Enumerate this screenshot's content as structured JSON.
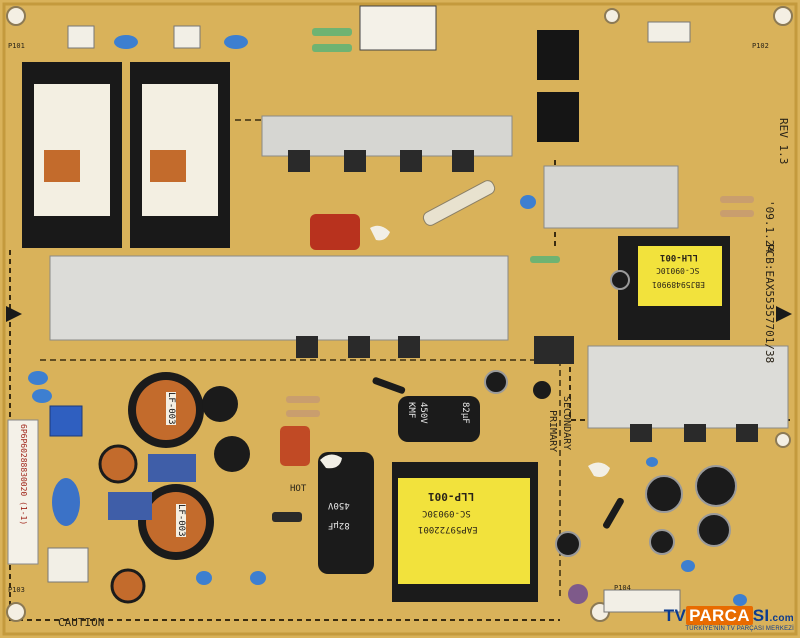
{
  "board_texts": {
    "rev": "REV 1.3",
    "date": "'09.1.24",
    "pcb_code": "PCB:EAX55357701/38",
    "secondary": "SECONDARY",
    "primary": "PRIMARY",
    "caution": "CAUTION",
    "label_code": "6P6P60288830020 (1-1)",
    "hot": "HOT",
    "xfmr_big": "LLP-001",
    "xfmr_big_code": "SC-09030C",
    "xfmr_big_part": "EAP59722001",
    "xfmr_small": "LLH-001",
    "xfmr_small_code": "SC-09010C",
    "xfmr_small_part": "EBJ59489901",
    "cap1_v": "450V",
    "cap1_c": "82µF",
    "cap2_v": "450V",
    "cap2_c": "82µF",
    "cap_brand": "KMF",
    "choke1": "LF-003",
    "choke2": "LF-003",
    "p_left": "P101",
    "p_right": "P102",
    "p_bottom_left": "P103",
    "p_bottom_right": "P104"
  },
  "watermark": {
    "tv": "TV",
    "parca": "PARCA",
    "sim": "SI",
    "com": ".com",
    "tagline": "TÜRKİYE'NİN TV PARÇASI MERKEZİ"
  },
  "colors": {
    "board": "#d9b25a",
    "board_dark": "#c49a3d",
    "silk": "#2a2418",
    "heatsink": "#d6d6d2",
    "trafo_yellow": "#f2e23c",
    "cap_black": "#1b1b1b",
    "brand_blue": "#0b3b8f",
    "brand_orange": "#e86b00"
  }
}
